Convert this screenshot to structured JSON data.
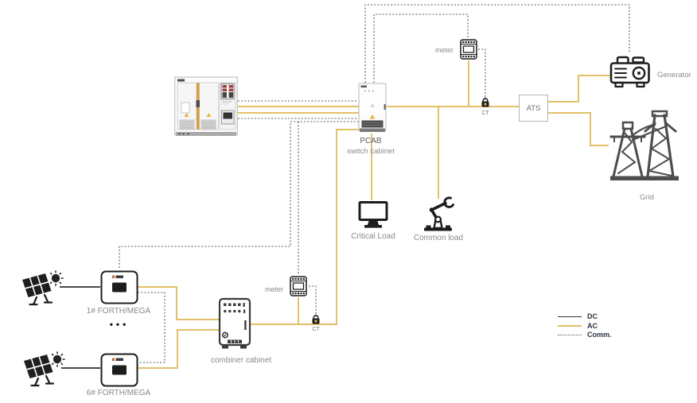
{
  "colors": {
    "ac": "#E3C06A",
    "dc": "#2F2F2F",
    "comm": "#5A5A5A",
    "label": "#8A8A8A",
    "legendText": "#2B3340",
    "icon": "#1D1D1D",
    "gridGray": "#4D4D4D",
    "warning": "#E8B43C",
    "stripe": "#D79F45"
  },
  "labels": {
    "pcab_line1": "PCAB",
    "pcab_line2": "switch cabinet",
    "meter_top": "meter",
    "meter_bottom": "meter",
    "generator": "Generator",
    "grid": "Grid",
    "ats": "ATS",
    "critical_load": "Critical Load",
    "common_load": "Common load",
    "inverter_1": "1# FORTH/MEGA",
    "inverter_6": "6# FORTH/MEGA",
    "combiner": "combiner cabinet",
    "ct_top": "CT",
    "ct_bottom": "CT",
    "ellipsis": "•••"
  },
  "legend": {
    "items": [
      {
        "label": "DC"
      },
      {
        "label": "AC"
      },
      {
        "label": "Comm."
      }
    ]
  }
}
